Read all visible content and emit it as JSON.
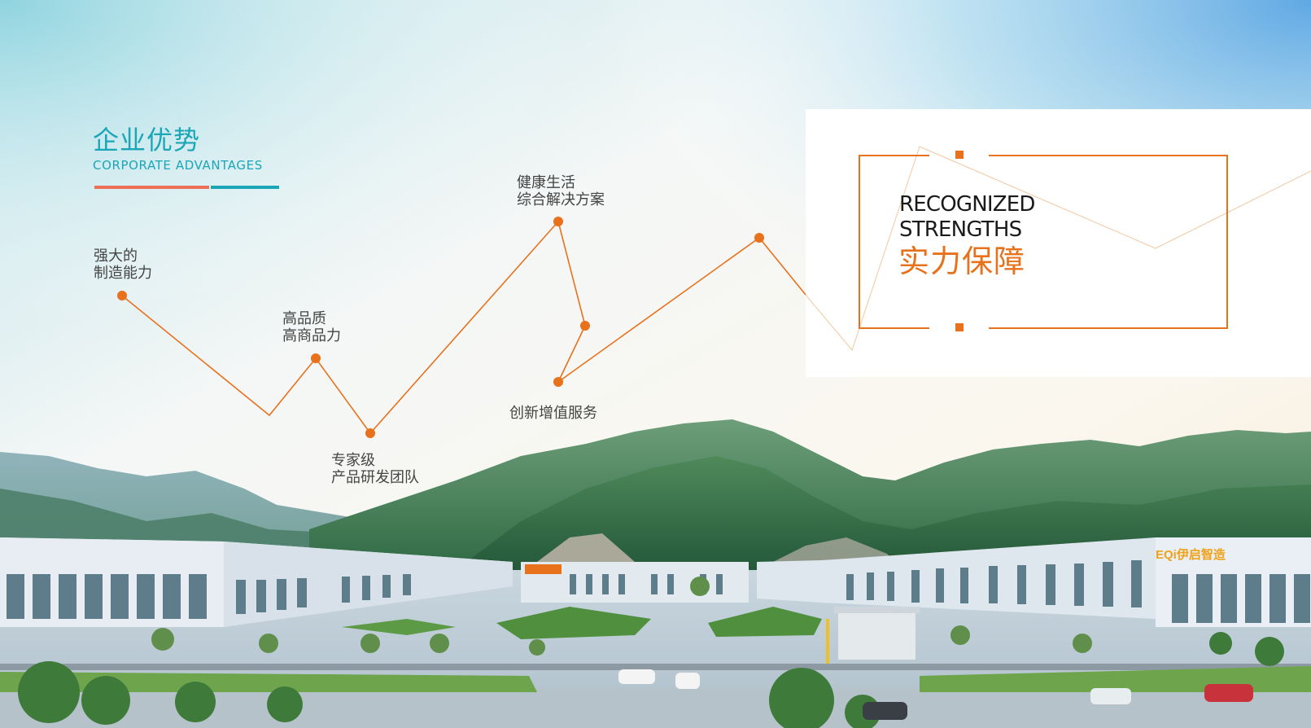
{
  "header": {
    "title_cn": "企业优势",
    "title_en": "CORPORATE ADVANTAGES"
  },
  "advantages": [
    {
      "line1": "强大的",
      "line2": "制造能力"
    },
    {
      "line1": "高品质",
      "line2": "高商品力"
    },
    {
      "line1": "专家级",
      "line2": "产品研发团队"
    },
    {
      "line1": "健康生活",
      "line2": "综合解决方案"
    },
    {
      "line1": "创新增值服务"
    }
  ],
  "panel": {
    "en_line1": "RECOGNIZED",
    "en_line2": "STRENGTHS",
    "cn": "实力保障"
  },
  "photo": {
    "description_free": true,
    "sign_text": "EQi伊启智造"
  },
  "colors": {
    "accent_orange": "#e8711c",
    "accent_teal": "#1aa6b7",
    "bar_coral": "#ee6f57"
  }
}
